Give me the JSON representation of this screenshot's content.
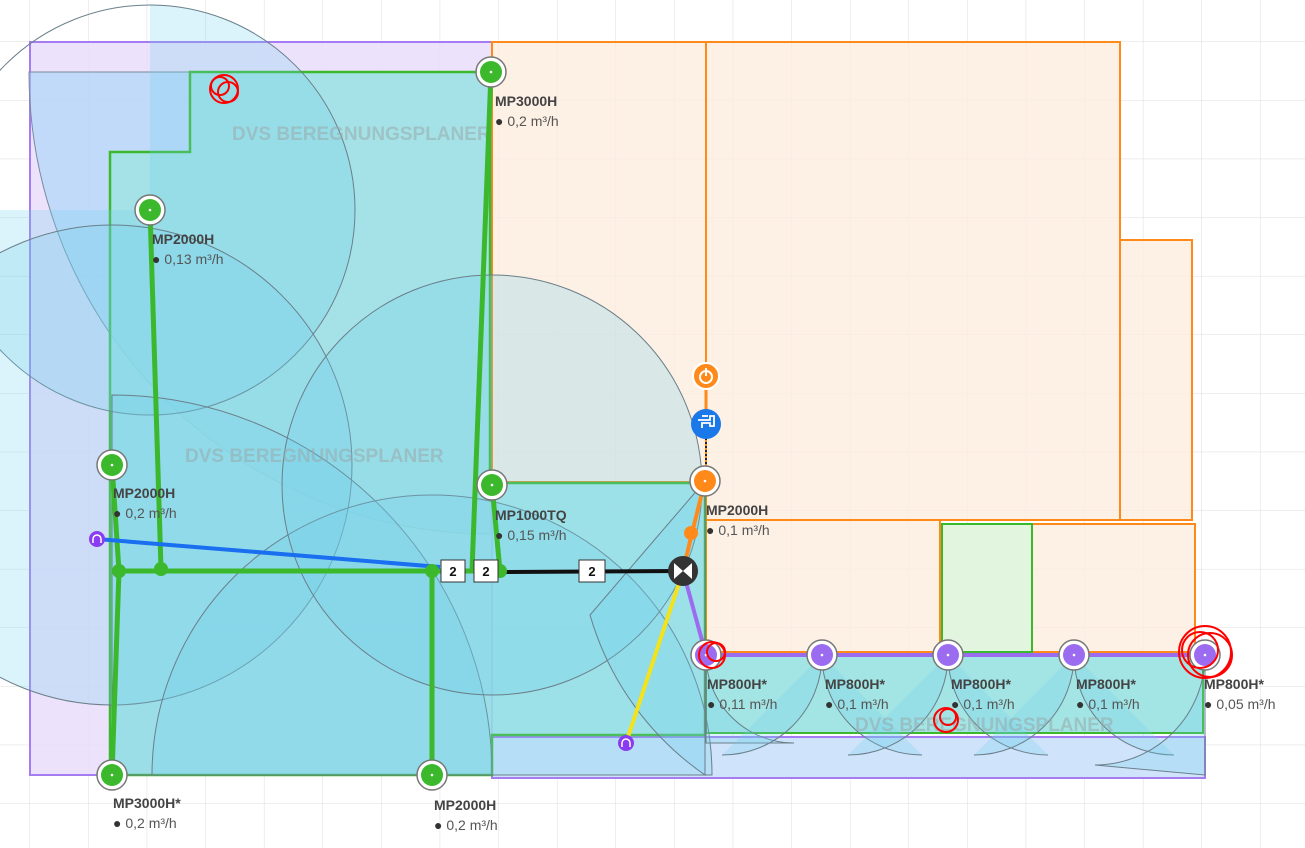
{
  "watermark": "DVS BEREGNUNGSPLANER",
  "colors": {
    "green_zone": "#3cb82c",
    "orange_zone": "#ff8a1a",
    "purple_zone": "#9b6cf0",
    "blue_pipe": "#1a6ef0",
    "yellow_pipe": "#f4e21a",
    "tap": "#1a78e8"
  },
  "sprinklers": [
    {
      "model": "MP3000H",
      "flow": "0,2",
      "unit": "m³/h",
      "zone": "green"
    },
    {
      "model": "MP2000H",
      "flow": "0,13",
      "unit": "m³/h",
      "zone": "green"
    },
    {
      "model": "MP2000H",
      "flow": "0,2",
      "unit": "m³/h",
      "zone": "green"
    },
    {
      "model": "MP1000TQ",
      "flow": "0,15",
      "unit": "m³/h",
      "zone": "green"
    },
    {
      "model": "MP2000H",
      "flow": "0,1",
      "unit": "m³/h",
      "zone": "orange"
    },
    {
      "model": "MP3000H*",
      "flow": "0,2",
      "unit": "m³/h",
      "zone": "green"
    },
    {
      "model": "MP2000H",
      "flow": "0,2",
      "unit": "m³/h",
      "zone": "green"
    },
    {
      "model": "MP800H*",
      "flow": "0,11",
      "unit": "m³/h",
      "zone": "purple"
    },
    {
      "model": "MP800H*",
      "flow": "0,1",
      "unit": "m³/h",
      "zone": "purple"
    },
    {
      "model": "MP800H*",
      "flow": "0,1",
      "unit": "m³/h",
      "zone": "purple"
    },
    {
      "model": "MP800H*",
      "flow": "0,1",
      "unit": "m³/h",
      "zone": "purple"
    },
    {
      "model": "MP800H*",
      "flow": "0,05",
      "unit": "m³/h",
      "zone": "purple"
    }
  ],
  "pipe_badges": [
    "2",
    "2",
    "2"
  ]
}
